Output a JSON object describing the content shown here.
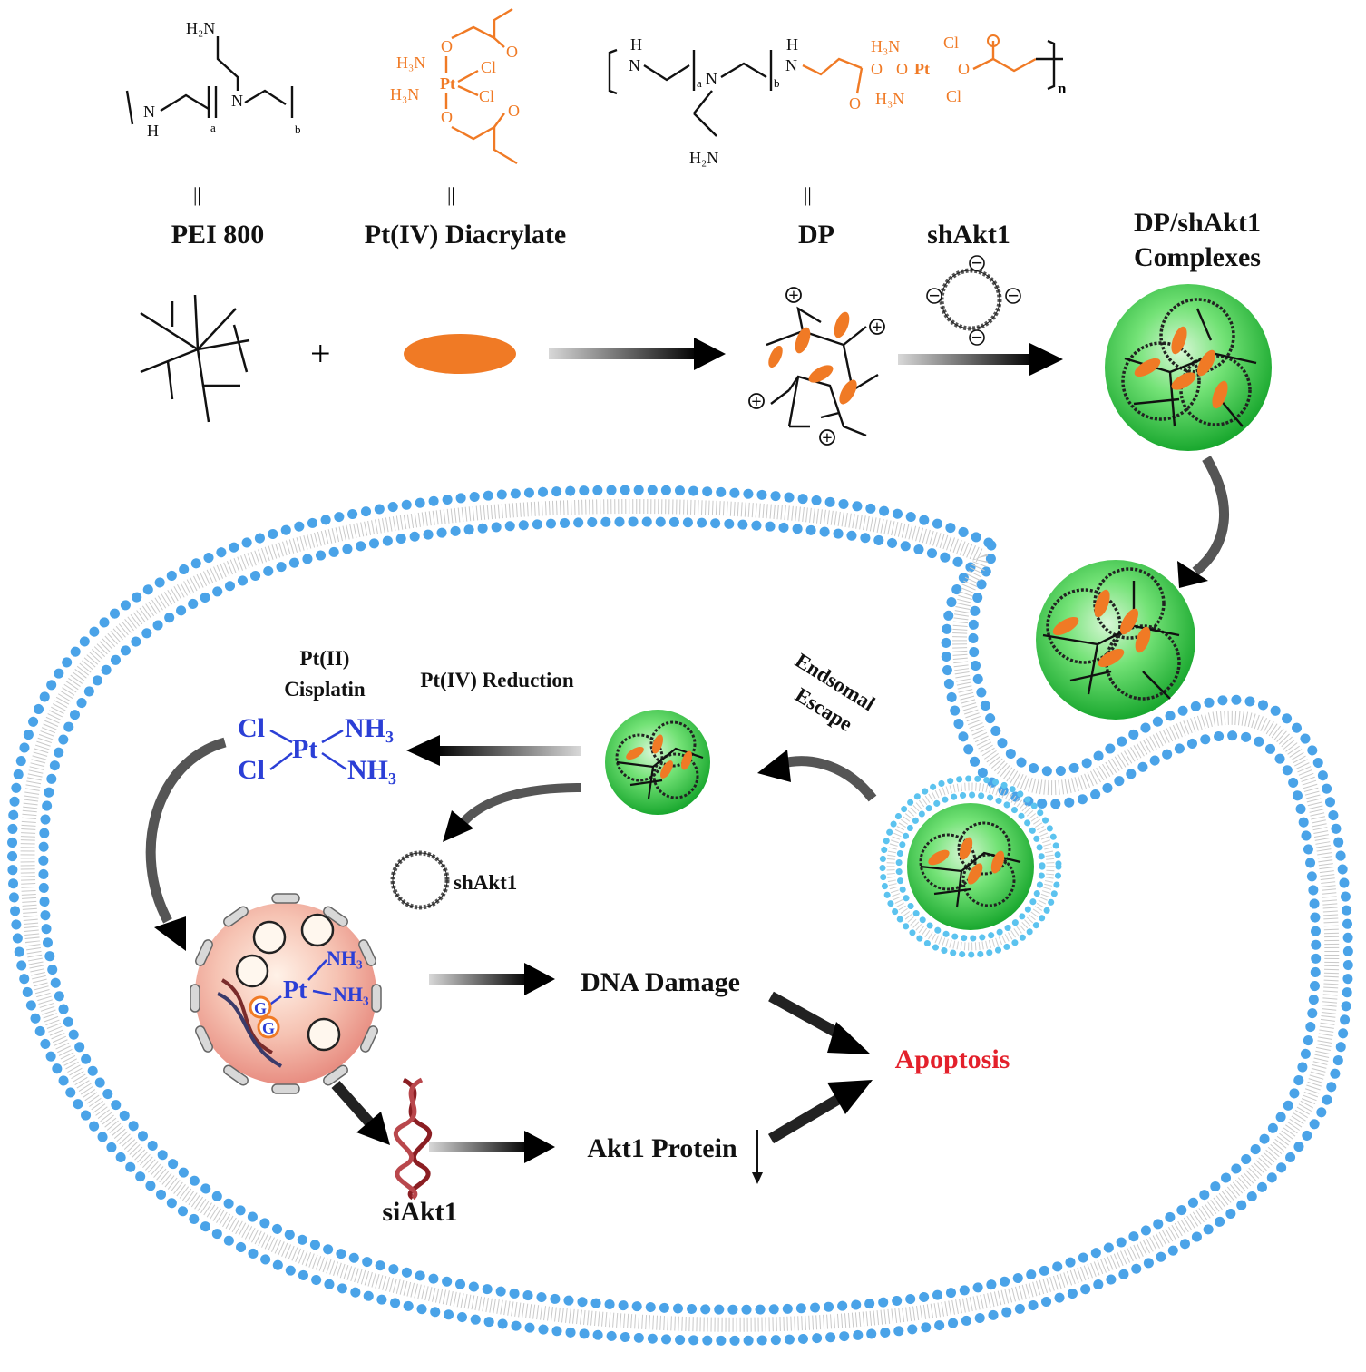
{
  "chemistry": {
    "pei_nh2": "H₂N",
    "pei_nh": "N",
    "pei_h": "H",
    "pei_n": "N",
    "sub_a": "a",
    "sub_b": "b",
    "pt_h3n_top": "H₃N",
    "pt_h3n_bot": "H₃N",
    "pt_pt": "Pt",
    "pt_cl1": "Cl",
    "pt_cl2": "Cl",
    "pt_o1": "O",
    "pt_o2": "O",
    "pt_o3": "O",
    "pt_o4": "O",
    "dp_h1": "H",
    "dp_n1": "N",
    "dp_n2": "N",
    "dp_h2": "H",
    "dp_n3": "N",
    "dp_nh2": "H₂N",
    "dp_sub_a": "a",
    "dp_sub_b": "b",
    "dp_sub_n": "n",
    "dp_o1": "O",
    "dp_o2": "O",
    "dp_o3": "O",
    "dp_o4": "O",
    "dp_pt": "Pt",
    "dp_h3n1": "H₃N",
    "dp_h3n2": "H₃N",
    "dp_cl1": "Cl",
    "dp_cl2": "Cl",
    "equals": "||"
  },
  "labels": {
    "pei": "PEI 800",
    "pt_diacrylate": "Pt(IV) Diacrylate",
    "dp": "DP",
    "shakt1_top": "shAkt1",
    "complex_line1": "DP/shAkt1",
    "complex_line2": "Complexes",
    "plus_sign": "+",
    "endosomal_line1": "Endsomal",
    "endosomal_line2": "Escape",
    "pt2_line1": "Pt(II)",
    "pt2_line2": "Cisplatin",
    "pt4_reduction": "Pt(IV) Reduction",
    "shakt1_released": "shAkt1",
    "dna_damage": "DNA Damage",
    "apoptosis": "Apoptosis",
    "akt1_protein": "Akt1 Protein",
    "siakt1": "siAkt1"
  },
  "cisplatin": {
    "cl_top": "Cl",
    "cl_bot": "Cl",
    "pt": "Pt",
    "nh3_top": "NH₃",
    "nh3_bot": "NH₃"
  },
  "nucleus": {
    "pt": "Pt",
    "nh3_top": "NH₃",
    "nh3_bot": "NH₃",
    "g1": "G",
    "g2": "G"
  },
  "charges": {
    "positive": "+",
    "negative": "−"
  },
  "colors": {
    "membrane_dot": "#4aa3e8",
    "complex_green": "#3fd24f",
    "pt_orange": "#f07a25",
    "cisplatin_blue": "#2b3fd6",
    "apoptosis_red": "#e3202b",
    "nucleus_pink": "#f0b0a3"
  }
}
